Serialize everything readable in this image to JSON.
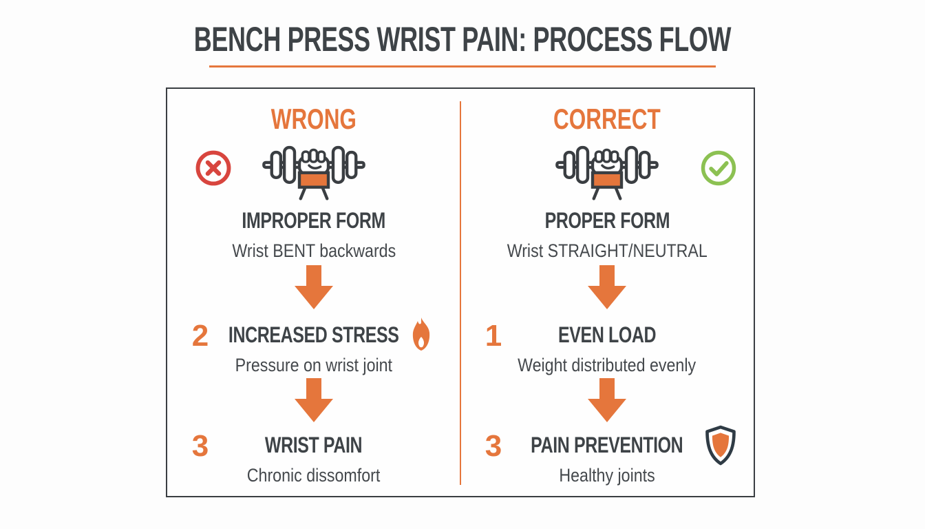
{
  "page": {
    "title": "BENCH PRESS WRIST PAIN: PROCESS FLOW",
    "colors": {
      "accent": "#E5763C",
      "wrong": "#D8453E",
      "correct": "#8CC152",
      "heading": "#3E4347",
      "border": "#3A3E42",
      "background": "#FDFDFD"
    }
  },
  "columns": {
    "wrong": {
      "header": "WRONG",
      "status_icon": "x-circle-icon",
      "equipment_icon": "barbell-grip-icon",
      "steps": [
        {
          "number": "",
          "title": "IMPROPER FORM",
          "subtitle": "Wrist BENT backwards"
        },
        {
          "number": "2",
          "title": "INCREASED STRESS",
          "subtitle": "Pressure on wrist joint",
          "icon": "flame-icon"
        },
        {
          "number": "3",
          "title": "WRIST PAIN",
          "subtitle": "Chronic dissomfort"
        }
      ]
    },
    "correct": {
      "header": "CORRECT",
      "status_icon": "check-circle-icon",
      "equipment_icon": "barbell-grip-icon",
      "steps": [
        {
          "number": "",
          "title": "PROPER FORM",
          "subtitle": "Wrist STRAIGHT/NEUTRAL"
        },
        {
          "number": "1",
          "title": "EVEN LOAD",
          "subtitle": "Weight distributed evenly"
        },
        {
          "number": "3",
          "title": "PAIN PREVENTION",
          "subtitle": "Healthy joints",
          "icon": "shield-icon"
        }
      ]
    }
  }
}
